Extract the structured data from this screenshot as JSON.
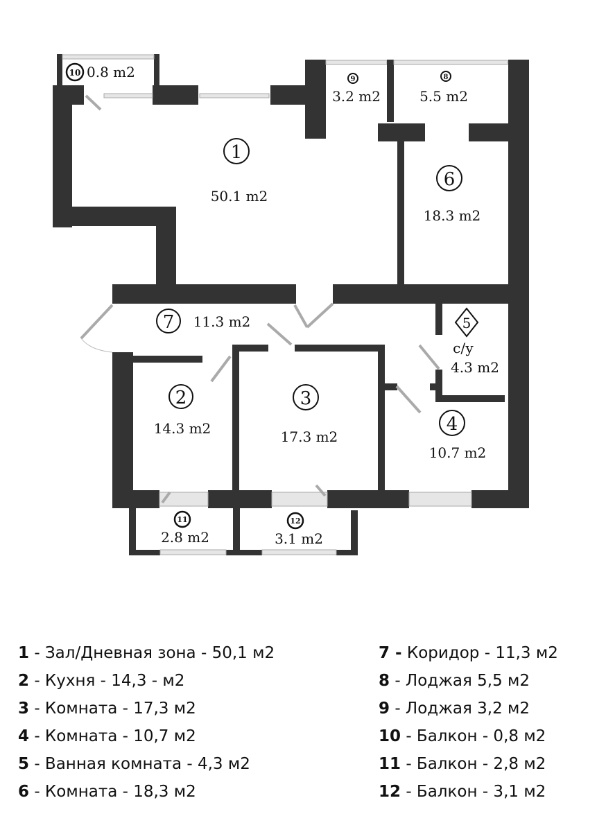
{
  "rooms": [
    {
      "id": "1",
      "area_label": "50.1 m2"
    },
    {
      "id": "2",
      "area_label": "14.3 m2"
    },
    {
      "id": "3",
      "area_label": "17.3 m2"
    },
    {
      "id": "4",
      "area_label": "10.7 m2"
    },
    {
      "id": "5",
      "type_label": "с/у",
      "area_label": "4.3 m2"
    },
    {
      "id": "6",
      "area_label": "18.3 m2"
    },
    {
      "id": "7",
      "area_label": "11.3 m2"
    },
    {
      "id": "8",
      "area_label": "5.5 m2"
    },
    {
      "id": "9",
      "area_label": "3.2 m2"
    },
    {
      "id": "10",
      "area_label": "0.8 m2"
    },
    {
      "id": "11",
      "area_label": "2.8 m2"
    },
    {
      "id": "12",
      "area_label": "3.1 m2"
    }
  ],
  "legend": {
    "left": [
      {
        "num": "1",
        "text": " - Зал/Дневная зона - 50,1 м2"
      },
      {
        "num": "2",
        "text": " - Кухня - 14,3 - м2"
      },
      {
        "num": "3",
        "text": " - Комната - 17,3 м2"
      },
      {
        "num": "4",
        "text": " - Комната - 10,7 м2"
      },
      {
        "num": "5",
        "text": " - Ванная комната - 4,3 м2"
      },
      {
        "num": "6",
        "text": " - Комната - 18,3 м2"
      }
    ],
    "right": [
      {
        "num": "7 -",
        "text": " Коридор - 11,3 м2"
      },
      {
        "num": "8",
        "text": " - Лоджая 5,5 м2"
      },
      {
        "num": "9",
        "text": " - Лоджая 3,2 м2"
      },
      {
        "num": "10",
        "text": " - Балкон - 0,8 м2"
      },
      {
        "num": "11",
        "text": " - Балкон - 2,8 м2"
      },
      {
        "num": "12",
        "text": " - Балкон - 3,1 м2"
      }
    ]
  },
  "colors": {
    "wall": "#333333",
    "window": "#e6e6e6",
    "background": "#ffffff"
  }
}
